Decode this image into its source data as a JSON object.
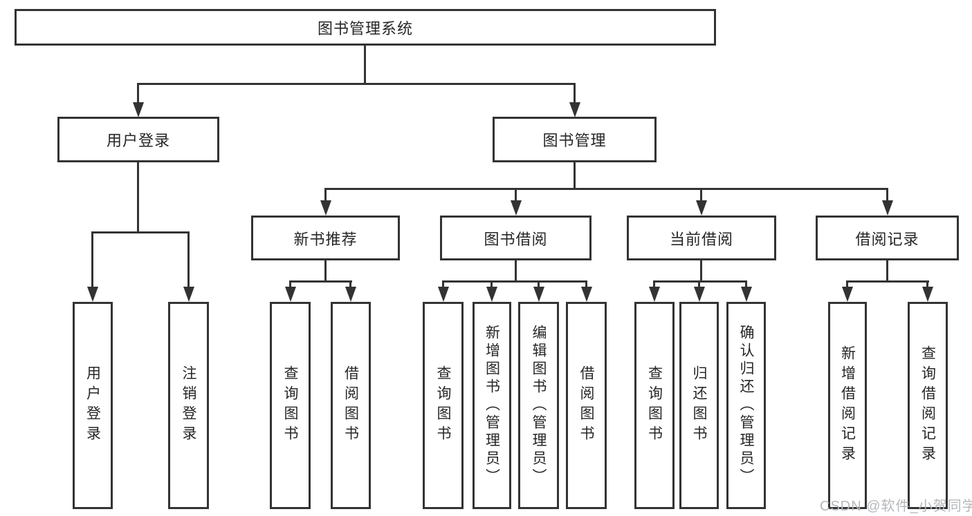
{
  "nodes": {
    "root": {
      "label": "图书管理系统"
    },
    "user_login": {
      "label": "用户登录"
    },
    "book_mgmt": {
      "label": "图书管理"
    },
    "new_book_rec": {
      "label": "新书推荐"
    },
    "book_borrow": {
      "label": "图书借阅"
    },
    "current_borrow": {
      "label": "当前借阅"
    },
    "borrow_record": {
      "label": "借阅记录"
    },
    "leaf_login": {
      "label": "用户登录"
    },
    "leaf_logout": {
      "label": "注销登录"
    },
    "leaf_nbr_query": {
      "label": "查询图书"
    },
    "leaf_nbr_borrow": {
      "label": "借阅图书"
    },
    "leaf_bb_query": {
      "label": "查询图书"
    },
    "leaf_bb_add": {
      "label": "新增图书（管理员）"
    },
    "leaf_bb_edit": {
      "label": "编辑图书（管理员）"
    },
    "leaf_bb_borrow": {
      "label": "借阅图书"
    },
    "leaf_cb_query": {
      "label": "查询图书"
    },
    "leaf_cb_return": {
      "label": "归还图书"
    },
    "leaf_cb_confirm": {
      "label": "确认归还（管理员）"
    },
    "leaf_br_add": {
      "label": "新增借阅记录"
    },
    "leaf_br_query": {
      "label": "查询借阅记录"
    }
  },
  "hierarchy": {
    "图书管理系统": {
      "用户登录": [
        "用户登录",
        "注销登录"
      ],
      "图书管理": {
        "新书推荐": [
          "查询图书",
          "借阅图书"
        ],
        "图书借阅": [
          "查询图书",
          "新增图书（管理员）",
          "编辑图书（管理员）",
          "借阅图书"
        ],
        "当前借阅": [
          "查询图书",
          "归还图书",
          "确认归还（管理员）"
        ],
        "借阅记录": [
          "新增借阅记录",
          "查询借阅记录"
        ]
      }
    }
  },
  "watermark": {
    "text": "CSDN @软件_小贺同学"
  },
  "colors": {
    "line": "#333333",
    "box_background": "#ffffff",
    "page_background": "#ffffff",
    "watermark_text": "#b5b8bb"
  }
}
